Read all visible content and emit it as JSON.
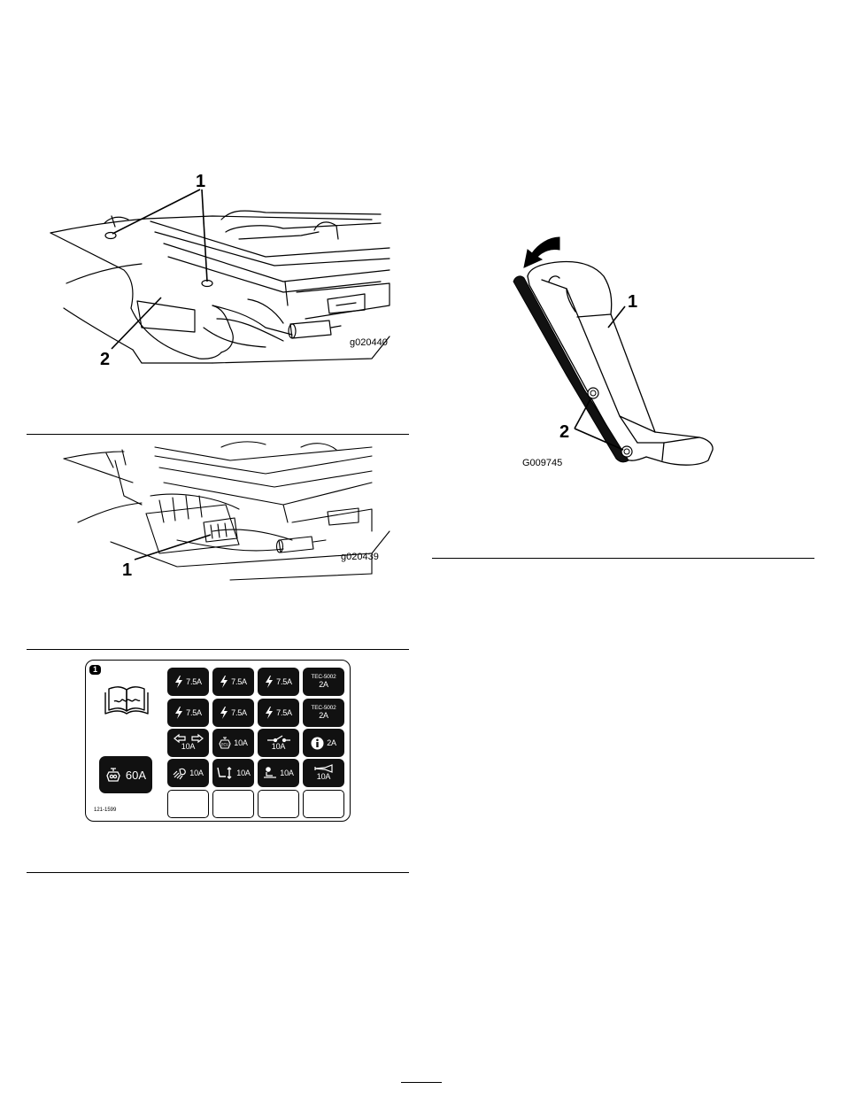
{
  "figures": {
    "fig1": {
      "id": "g020440",
      "callouts": [
        "1",
        "2"
      ]
    },
    "fig2": {
      "id": "g020439",
      "callouts": [
        "1"
      ]
    },
    "fig3": {
      "badge": "1",
      "code": "121-1599",
      "main_fuse": "60A",
      "fuses": [
        {
          "icon": "lightning-icon",
          "lines": [
            "7.5A"
          ]
        },
        {
          "icon": "lightning-icon",
          "lines": [
            "7.5A"
          ]
        },
        {
          "icon": "lightning-icon",
          "lines": [
            "7.5A"
          ]
        },
        {
          "icon": "",
          "lines": [
            "TEC-5002",
            "2A"
          ]
        },
        {
          "icon": "lightning-icon",
          "lines": [
            "7.5A"
          ]
        },
        {
          "icon": "lightning-icon",
          "lines": [
            "7.5A"
          ]
        },
        {
          "icon": "lightning-icon",
          "lines": [
            "7.5A"
          ]
        },
        {
          "icon": "",
          "lines": [
            "TEC-5002",
            "2A"
          ]
        },
        {
          "icon": "turn-signal-icon",
          "lines": [
            "10A"
          ]
        },
        {
          "icon": "ecu-icon",
          "lines": [
            "10A"
          ]
        },
        {
          "icon": "switch-icon",
          "lines": [
            "10A"
          ]
        },
        {
          "icon": "info-icon",
          "lines": [
            "2A"
          ]
        },
        {
          "icon": "work-light-icon",
          "lines": [
            "10A"
          ]
        },
        {
          "icon": "seat-adjust-icon",
          "lines": [
            "10A"
          ]
        },
        {
          "icon": "operator-seat-icon",
          "lines": [
            "10A"
          ]
        },
        {
          "icon": "horn-icon",
          "lines": [
            "10A"
          ]
        },
        {
          "icon": "",
          "lines": []
        },
        {
          "icon": "",
          "lines": []
        },
        {
          "icon": "",
          "lines": []
        },
        {
          "icon": "",
          "lines": []
        }
      ]
    },
    "fig4": {
      "id": "G009745",
      "callouts": [
        "1",
        "2"
      ]
    }
  }
}
